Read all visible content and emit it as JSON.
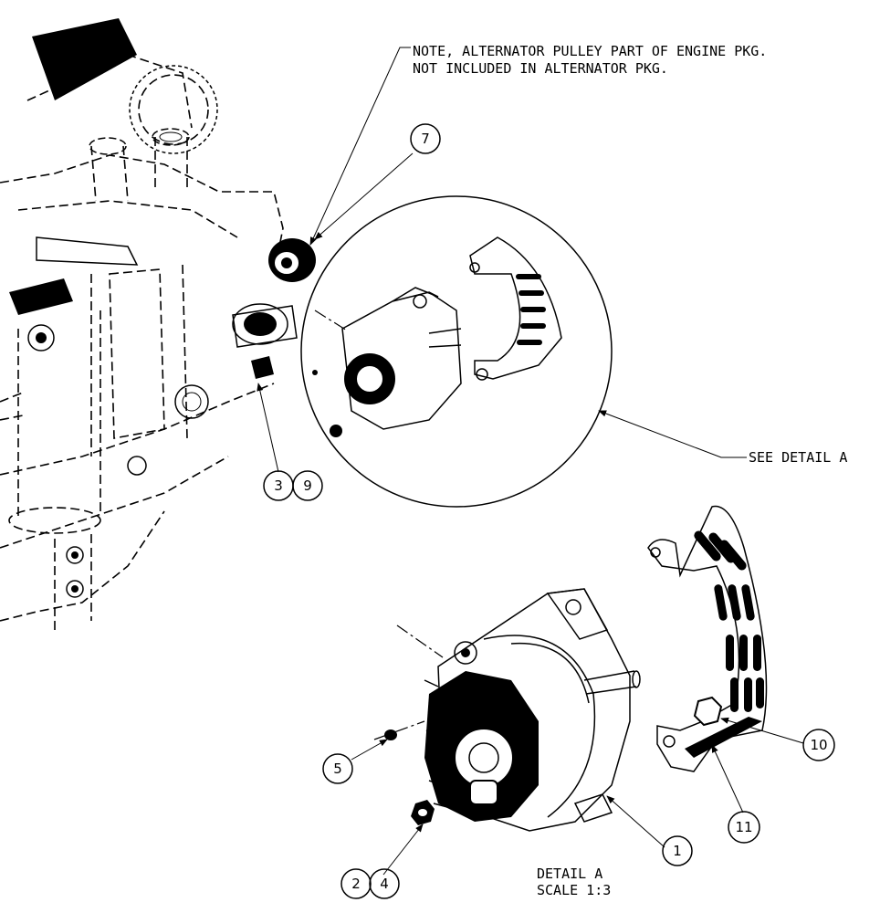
{
  "note": {
    "line1": "NOTE, ALTERNATOR PULLEY PART OF ENGINE PKG.",
    "line2": "NOT INCLUDED IN ALTERNATOR PKG."
  },
  "see_detail": "SEE DETAIL  A",
  "detail_caption": {
    "line1": "DETAIL  A",
    "line2": "SCALE  1:3"
  },
  "callouts": {
    "c1": "1",
    "c2": "2",
    "c3": "3",
    "c4": "4",
    "c5": "5",
    "c7": "7",
    "c9": "9",
    "c10": "10",
    "c11": "11"
  }
}
